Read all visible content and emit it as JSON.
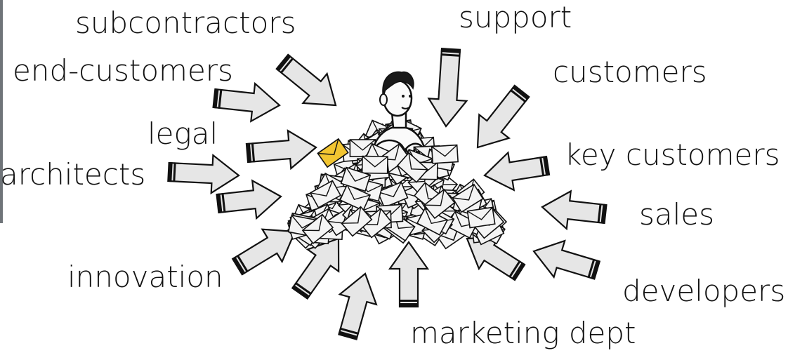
{
  "labels": {
    "subcontractors": "subcontractors",
    "support": "support",
    "end_customers": "end-customers",
    "customers": "customers",
    "legal": "legal",
    "key_customers": "key customers",
    "architects": "architects",
    "sales": "sales",
    "innovation": "innovation",
    "developers": "developers",
    "marketing_dept": "marketing dept"
  },
  "colors": {
    "arrow_fill": "#e6e6e6",
    "arrow_stroke": "#111111",
    "envelope_fill": "#f4f4f4",
    "highlight_envelope": "#f2c531"
  }
}
